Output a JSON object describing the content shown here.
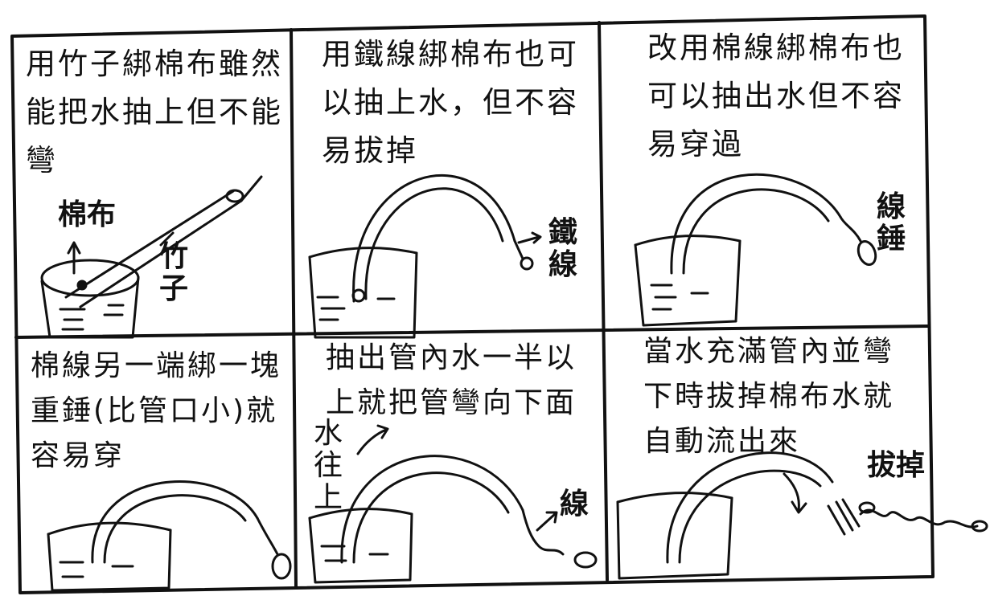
{
  "panels": [
    {
      "caption": "用竹子綁棉布雖然能把水抽上但不能彎",
      "labels": [
        "棉布",
        "竹子"
      ]
    },
    {
      "caption": "用鐵線綁棉布也可以抽上水，但不容易拔掉",
      "labels": [
        "鐵線"
      ]
    },
    {
      "caption": "改用棉線綁棉布也可以抽出水但不容易穿過",
      "labels": [
        "線錘"
      ]
    },
    {
      "caption": "棉線另一端綁一塊重錘(比管口小)就容易穿",
      "labels": []
    },
    {
      "caption": "抽出管內水一半以上就把管彎向下面",
      "labels": [
        "水往上",
        "線"
      ]
    },
    {
      "caption": "當水充滿管內並彎下時拔掉棉布水就自動流出來",
      "labels": [
        "拔掉"
      ]
    }
  ]
}
